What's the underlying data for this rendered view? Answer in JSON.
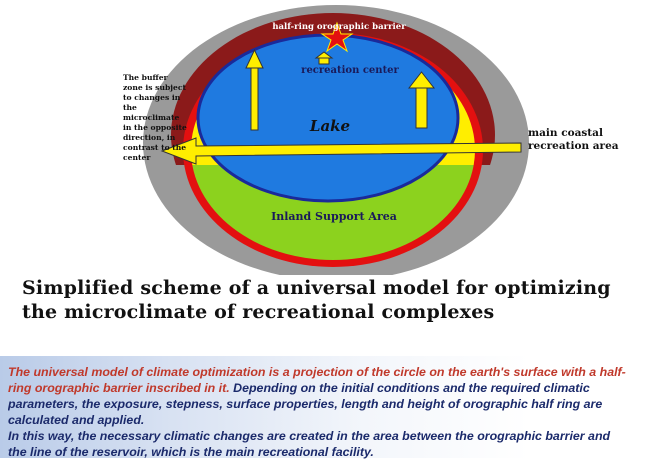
{
  "diagram": {
    "barrier_label": "half-ring orographic barrier",
    "recreation_center_label": "recreation center",
    "lake_label": "Lake",
    "coastal_label": [
      "main coastal",
      "recreation area"
    ],
    "inland_label": "Inland Support Area",
    "buffer_note": [
      "The buffer",
      "zone is subject",
      "to changes in",
      "the",
      "microclimate",
      "in the opposite",
      "direction, in",
      "contrast to the",
      "center"
    ],
    "colors": {
      "outer_zone": "#9a9a9a",
      "barrier": "#8b1a1a",
      "red_ring": "#e31010",
      "buffer": "#ffee00",
      "inland": "#8cd21e",
      "lake": "#1f7ae0",
      "lake_border": "#1a2a9a",
      "arrows": "#ffee00",
      "star": "#e31010"
    }
  },
  "title": {
    "line1": "Simplified scheme of a universal model for optimizing",
    "line2": "the microclimate of recreational complexes"
  },
  "caption": {
    "line1": "The universal model of climate optimization is a projection of the circle on the earth's surface with a half-",
    "line2_red": "ring orographic barrier inscribed in it.",
    "line2_rest": " Depending on the initial conditions and the required climatic",
    "line3": "parameters, the exposure, stepness, surface properties, length and height of orographic half ring are",
    "line4": "calculated and applied.",
    "line5": " In this way, the necessary climatic changes are created in the area between the orographic barrier and",
    "line6": "the line of the reservoir, which is the main recreational facility."
  }
}
